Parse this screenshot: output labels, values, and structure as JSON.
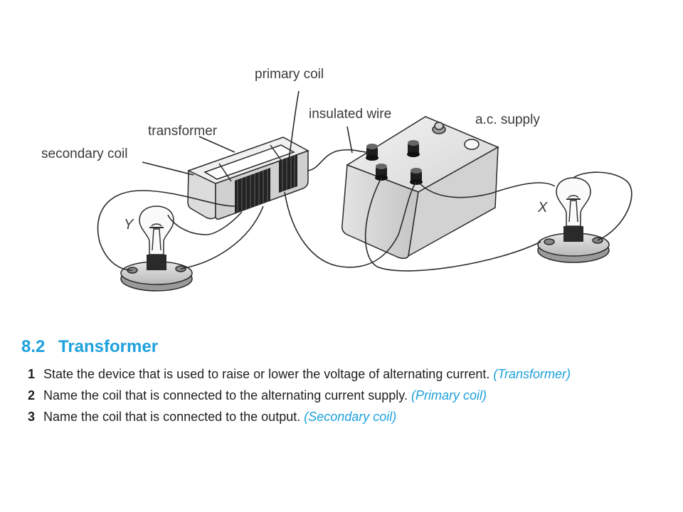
{
  "diagram": {
    "labels": {
      "primary_coil": "primary coil",
      "insulated_wire": "insulated wire",
      "ac_supply": "a.c. supply",
      "transformer": "transformer",
      "secondary_coil": "secondary coil",
      "lamp_y": "Y",
      "lamp_x": "X"
    }
  },
  "section": {
    "number": "8.2",
    "title": "Transformer",
    "accent_color": "#1ea1dc",
    "questions": [
      {
        "number": "1",
        "text": "State the device that is used to raise or lower the voltage of alternating current.",
        "answer": "(Transformer)"
      },
      {
        "number": "2",
        "text": "Name the coil that is connected to the alternating current supply.",
        "answer": "(Primary coil)"
      },
      {
        "number": "3",
        "text": "Name the coil that is connected to the output.",
        "answer": "(Secondary coil)"
      }
    ]
  }
}
